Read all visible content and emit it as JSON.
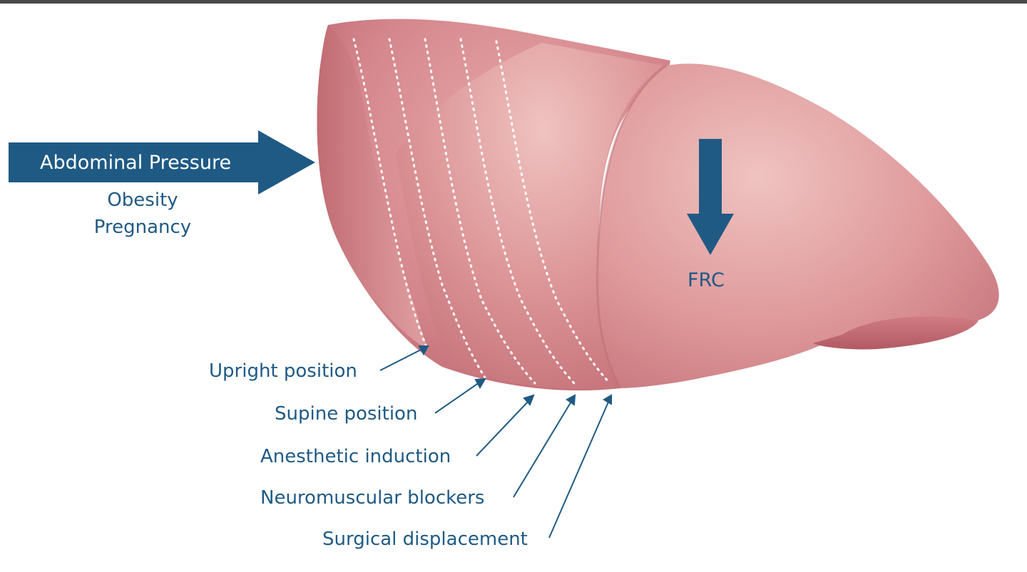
{
  "diagram": {
    "colors": {
      "accent": "#1f5a84",
      "lung_base": "#d98b8f",
      "lung_highlight": "#efc4c2",
      "lung_shadow": "#b45f67",
      "top_rule": "#4a4a4a"
    },
    "abdominal_arrow": {
      "label": "Abdominal Pressure",
      "causes": [
        "Obesity",
        "Pregnancy"
      ]
    },
    "frc_arrow": {
      "label": "FRC"
    },
    "positions": [
      "Upright position",
      "Supine position",
      "Anesthetic induction",
      "Neuromuscular blockers",
      "Surgical displacement"
    ]
  }
}
